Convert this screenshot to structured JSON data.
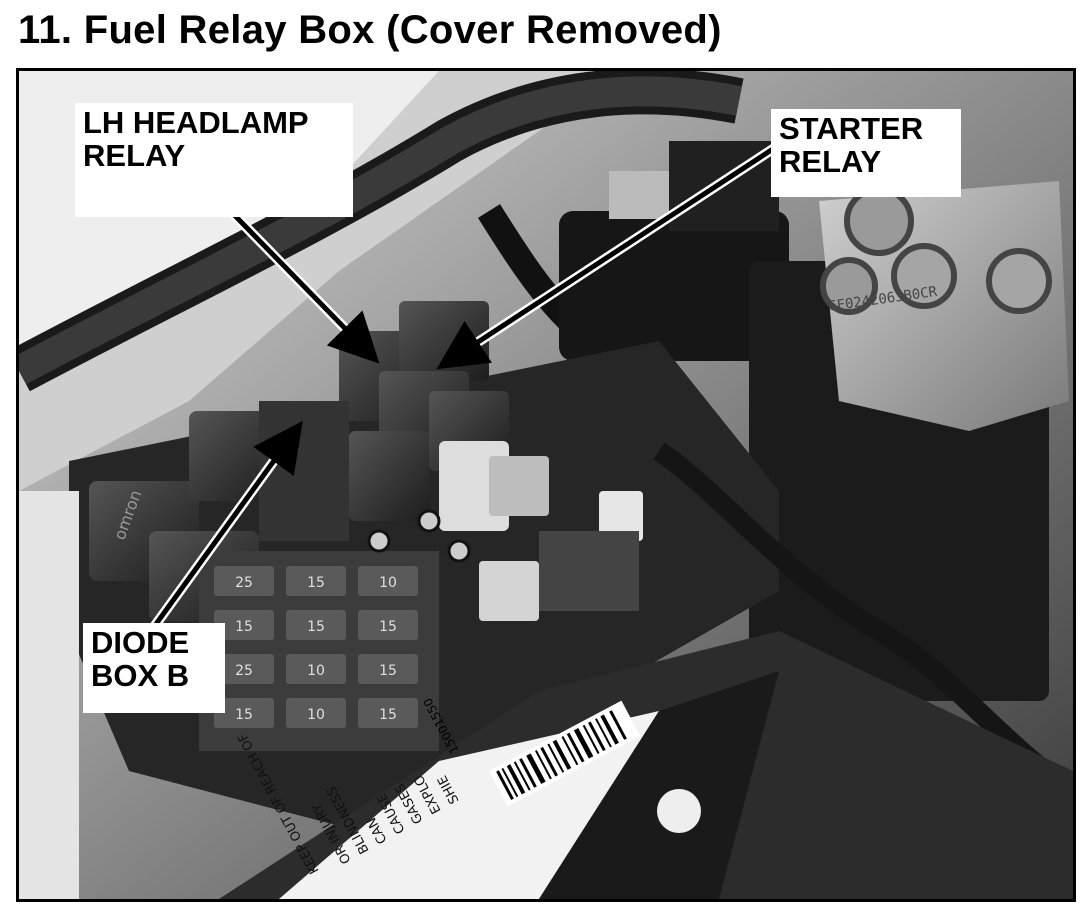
{
  "title": "11. Fuel Relay Box (Cover Removed)",
  "callouts": {
    "lh_headlamp": {
      "line1": "LH HEADLAMP",
      "line2": "RELAY"
    },
    "starter": {
      "line1": "STARTER",
      "line2": "RELAY"
    },
    "diode": {
      "line1": "DIODE",
      "line2": "BOX B"
    }
  },
  "photo_text": {
    "omron": "omron",
    "fuse_values": [
      "25",
      "15",
      "10",
      "15",
      "15",
      "15",
      "25",
      "10",
      "15",
      "15",
      "10",
      "15"
    ],
    "warning_label": [
      "KEEP OUT OF REACH OF",
      "OR INJURY",
      "BLINDNESS",
      "CAN",
      "CAUSE",
      "GASES",
      "EXPLO",
      "SHIE"
    ],
    "barcode_number": "15001550",
    "abs_stamp": "CF0242063B0CR"
  }
}
